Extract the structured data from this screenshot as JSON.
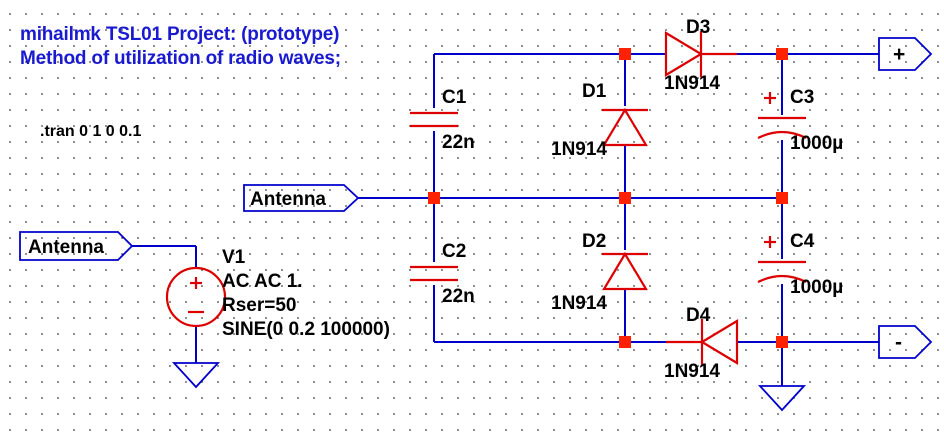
{
  "schematic": {
    "title_lines": [
      "mihailmk TSL01 Project: (prototype)",
      "Method of utilization of radio waves;"
    ],
    "spice_directive": ".tran 0 1 0 0.1",
    "colors": {
      "wire": "#0000cc",
      "component": "#dd0000",
      "junction": "#ff2200",
      "title_text": "#1a1ad0",
      "label_text": "#000000",
      "background": "#ffffff"
    },
    "components": [
      {
        "id": "C1",
        "type": "capacitor",
        "designator": "C1",
        "value": "22n"
      },
      {
        "id": "C2",
        "type": "capacitor",
        "designator": "C2",
        "value": "22n"
      },
      {
        "id": "C3",
        "type": "capacitor-polarized",
        "designator": "C3",
        "value": "1000µ",
        "polarity": "+"
      },
      {
        "id": "C4",
        "type": "capacitor-polarized",
        "designator": "C4",
        "value": "1000µ",
        "polarity": "+"
      },
      {
        "id": "D1",
        "type": "diode",
        "designator": "D1",
        "value": "1N914",
        "direction": "up"
      },
      {
        "id": "D2",
        "type": "diode",
        "designator": "D2",
        "value": "1N914",
        "direction": "up"
      },
      {
        "id": "D3",
        "type": "diode",
        "designator": "D3",
        "value": "1N914",
        "direction": "right"
      },
      {
        "id": "D4",
        "type": "diode",
        "designator": "D4",
        "value": "1N914",
        "direction": "left"
      },
      {
        "id": "V1",
        "type": "voltage-source",
        "designator": "V1"
      }
    ],
    "source": {
      "designator": "V1",
      "lines": [
        "AC AC 1.",
        "Rser=50",
        "SINE(0 0.2 100000)"
      ],
      "plus_sign": "+",
      "minus_sign": "−"
    },
    "net_labels": [
      {
        "id": "antenna-left",
        "text": "Antenna"
      },
      {
        "id": "antenna-mid",
        "text": "Antenna"
      }
    ],
    "output_ports": [
      {
        "id": "port-positive",
        "text": "+"
      },
      {
        "id": "port-negative",
        "text": "-"
      }
    ]
  }
}
